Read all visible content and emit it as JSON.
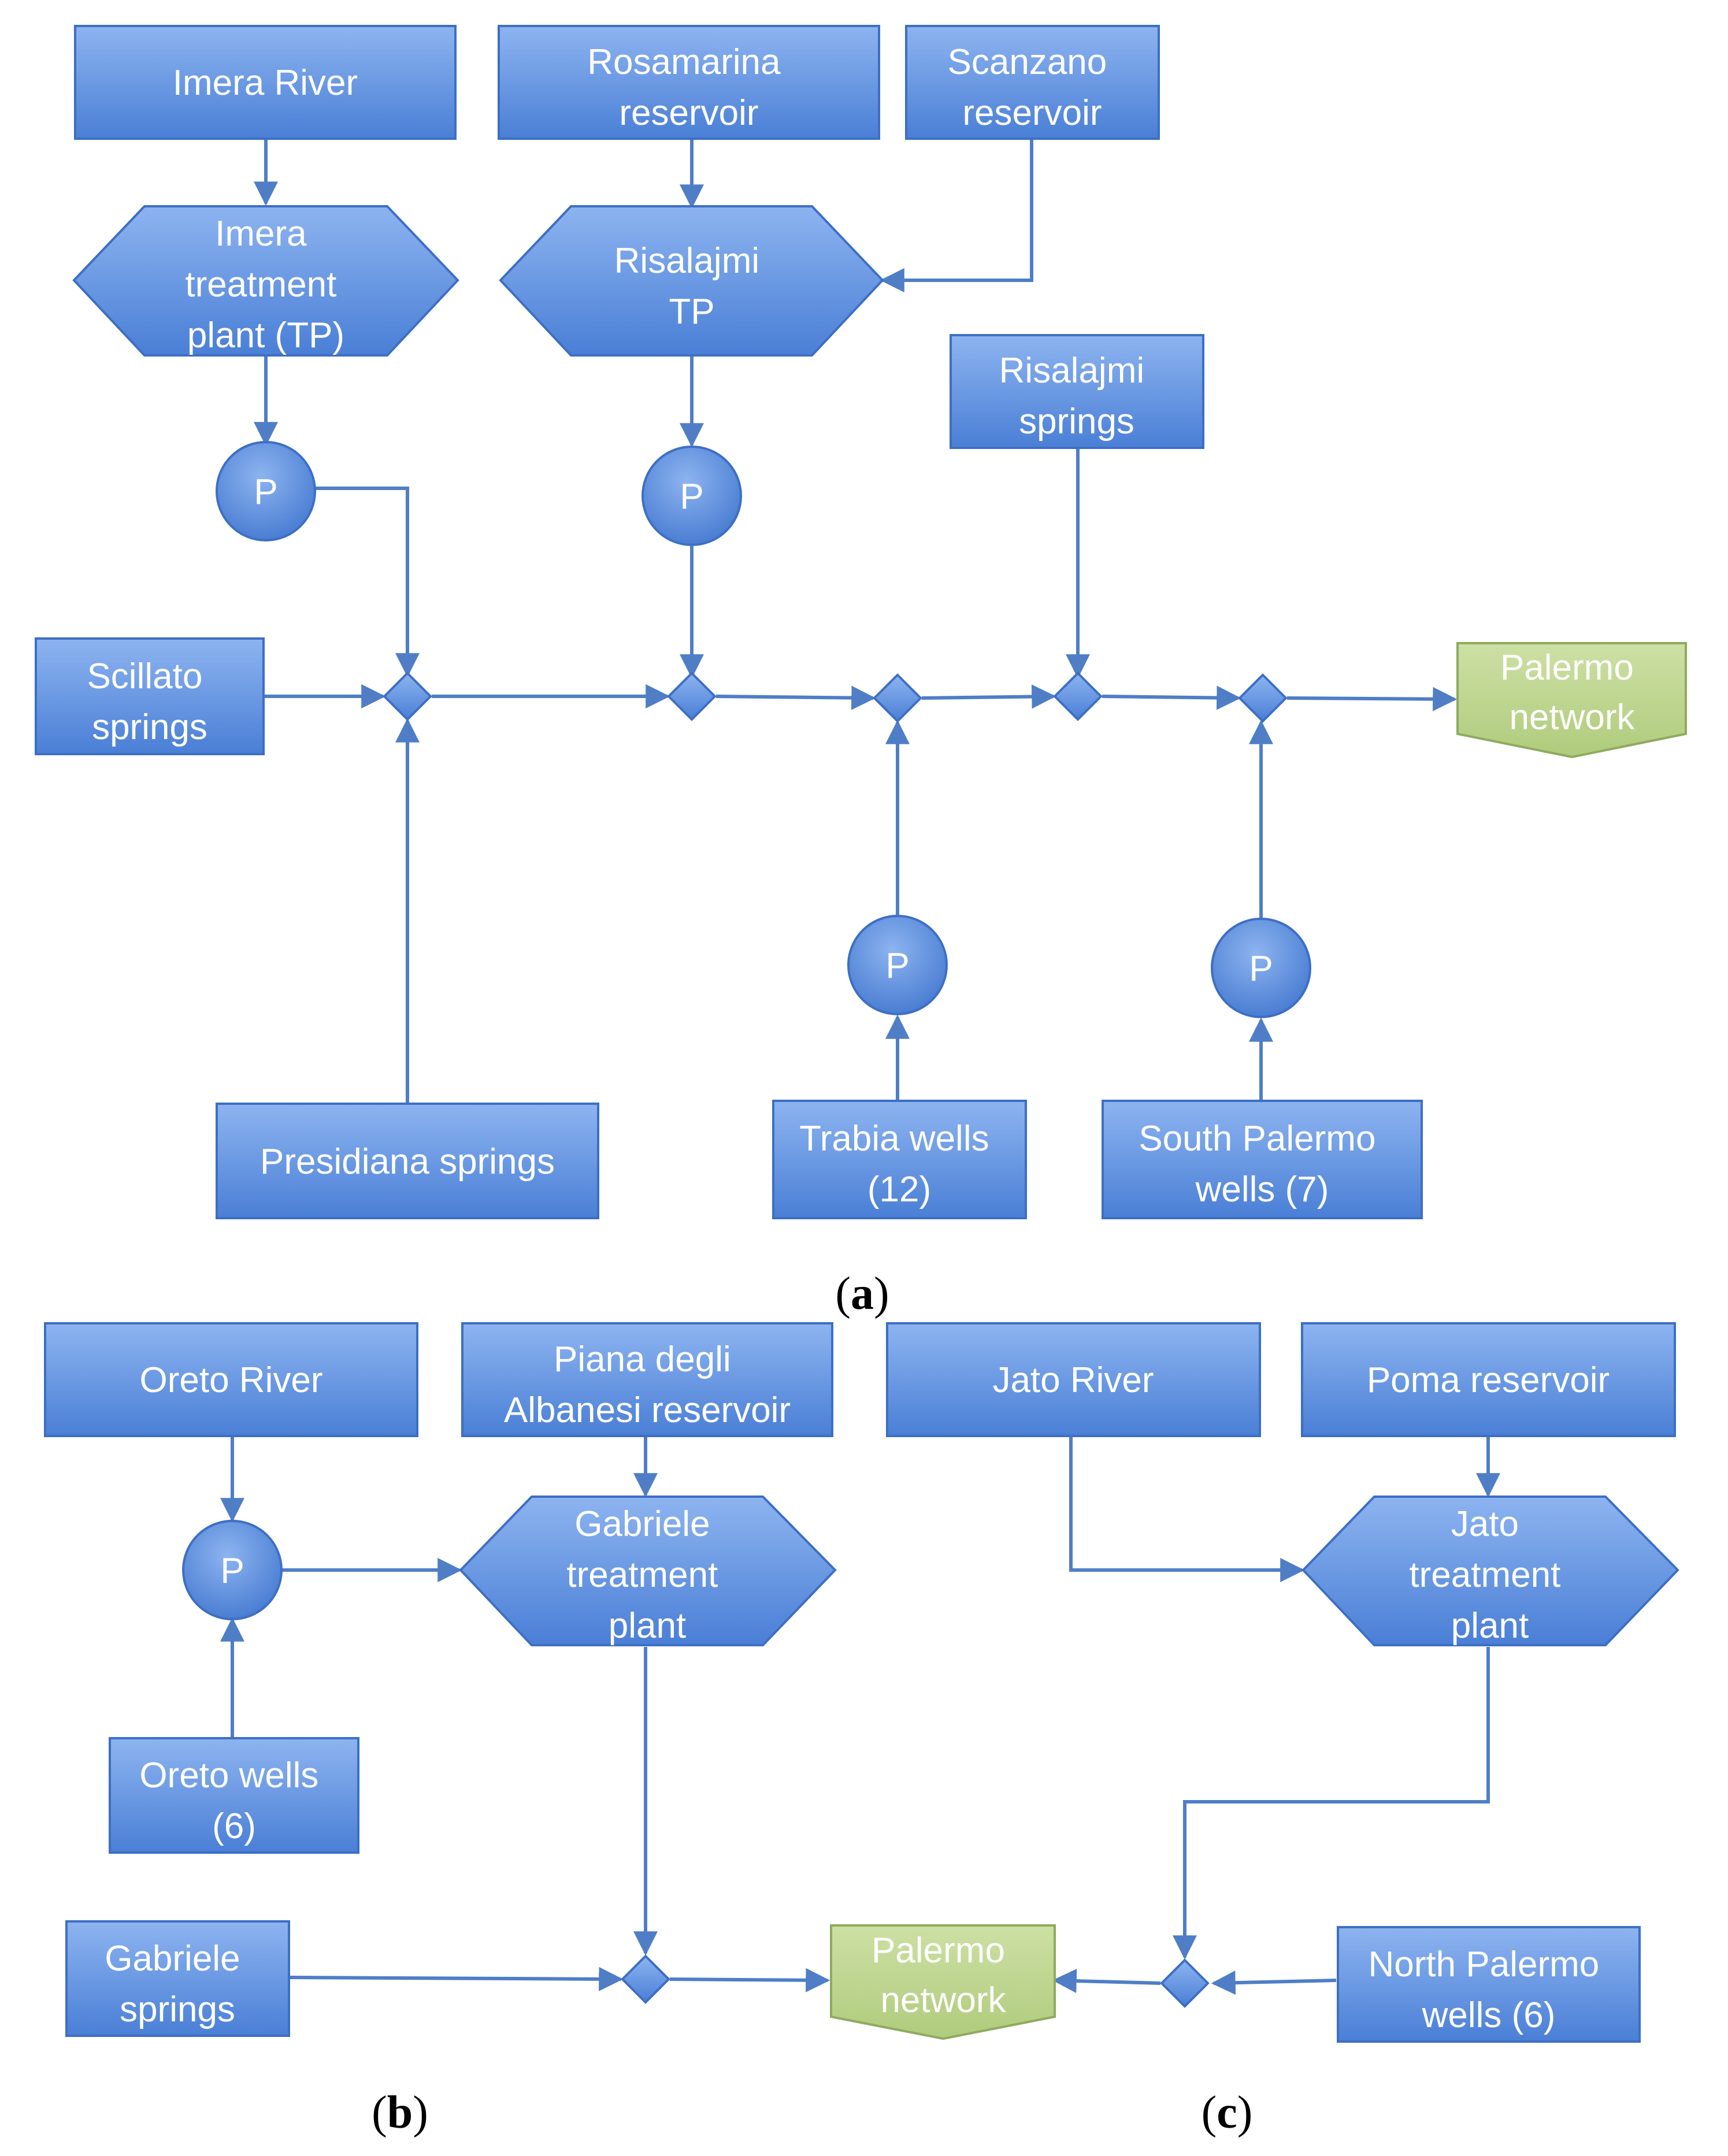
{
  "colors": {
    "box_fill_top": "#8db4f0",
    "box_fill_bottom": "#4a7fd6",
    "box_stroke": "#3d6fc4",
    "output_fill": "#bcd48c",
    "output_stroke": "#8faa5e",
    "line": "#4f7ec7",
    "text": "#ffffff"
  },
  "panels": {
    "a": {
      "open": "(",
      "letter": "a",
      "close": ")"
    },
    "b": {
      "open": "(",
      "letter": "b",
      "close": ")"
    },
    "c": {
      "open": "(",
      "letter": "c",
      "close": ")"
    }
  },
  "nodes": {
    "imera_river": {
      "lines": [
        "Imera River"
      ]
    },
    "rosamarina": {
      "lines": [
        "Rosamarina",
        "reservoir"
      ]
    },
    "scanzano": {
      "lines": [
        "Scanzano",
        "reservoir"
      ]
    },
    "imera_tp": {
      "lines": [
        "Imera",
        "treatment",
        "plant (TP)"
      ]
    },
    "risalajmi_tp": {
      "lines": [
        "Risalajmi",
        "TP"
      ]
    },
    "risalajmi_springs": {
      "lines": [
        "Risalajmi",
        "springs"
      ]
    },
    "pump_a1": {
      "lines": [
        "P"
      ]
    },
    "pump_a2": {
      "lines": [
        "P"
      ]
    },
    "scillato": {
      "lines": [
        "Scillato",
        "springs"
      ]
    },
    "palermo_a": {
      "lines": [
        "Palermo",
        "network"
      ]
    },
    "pump_a3": {
      "lines": [
        "P"
      ]
    },
    "pump_a4": {
      "lines": [
        "P"
      ]
    },
    "presidiana": {
      "lines": [
        "Presidiana springs"
      ]
    },
    "trabia": {
      "lines": [
        "Trabia wells",
        "(12)"
      ]
    },
    "south_palermo": {
      "lines": [
        "South Palermo",
        "wells (7)"
      ]
    },
    "oreto_river": {
      "lines": [
        "Oreto River"
      ]
    },
    "piana": {
      "lines": [
        "Piana degli",
        "Albanesi reservoir"
      ]
    },
    "jato_river": {
      "lines": [
        "Jato River"
      ]
    },
    "poma": {
      "lines": [
        "Poma reservoir"
      ]
    },
    "pump_b": {
      "lines": [
        "P"
      ]
    },
    "gabriele_tp": {
      "lines": [
        "Gabriele",
        "treatment",
        "plant"
      ]
    },
    "jato_tp": {
      "lines": [
        "Jato",
        "treatment",
        "plant"
      ]
    },
    "oreto_wells": {
      "lines": [
        "Oreto wells",
        "(6)"
      ]
    },
    "gabriele_springs": {
      "lines": [
        "Gabriele",
        "springs"
      ]
    },
    "palermo_bc": {
      "lines": [
        "Palermo",
        "network"
      ]
    },
    "north_palermo": {
      "lines": [
        "North Palermo",
        "wells (6)"
      ]
    }
  }
}
